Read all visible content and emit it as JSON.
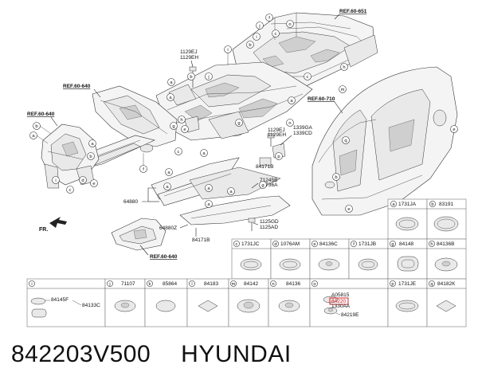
{
  "refs": {
    "r651": "REF.60-651",
    "r640a": "REF.60-640",
    "r640b": "REF.60-640",
    "r710": "REF.60-710",
    "r640c": "REF.60-640"
  },
  "labels": {
    "p1129a": "1129EJ",
    "p1129b": "1129EH",
    "p1129c": "1129EJ",
    "p1129d": "1129EH",
    "p1339a": "1339GA",
    "p1339b": "1339CD",
    "p84171a": "84171B",
    "p71245": "71245B",
    "p66736": "66736A",
    "p64880": "64880",
    "p64880z": "64880Z",
    "p84171b": "84171B",
    "p1125a": "1125GD",
    "p1125b": "1125AD",
    "fr": "FR."
  },
  "callouts": {
    "a": "a",
    "b": "b",
    "c": "c",
    "d": "d",
    "e": "e",
    "f": "f",
    "g": "g",
    "h": "h",
    "i": "i",
    "j": "j",
    "k": "k",
    "l": "l",
    "m": "m",
    "n": "n",
    "o": "o",
    "p": "p",
    "q": "q"
  },
  "table": {
    "row1": [
      {
        "letter": "a",
        "part": "1731JA"
      },
      {
        "letter": "b",
        "part": "83191"
      }
    ],
    "row2": [
      {
        "letter": "c",
        "part": "1731JC"
      },
      {
        "letter": "d",
        "part": "1076AM"
      },
      {
        "letter": "e",
        "part": "84136C"
      },
      {
        "letter": "f",
        "part": "1731JB"
      },
      {
        "letter": "g",
        "part": "84148"
      },
      {
        "letter": "h",
        "part": "84136B"
      }
    ],
    "row3": [
      {
        "letter": "i",
        "part": ""
      },
      {
        "letter": "j",
        "part": "71107"
      },
      {
        "letter": "k",
        "part": "85864"
      },
      {
        "letter": "l",
        "part": "84183"
      },
      {
        "letter": "m",
        "part": "84142"
      },
      {
        "letter": "n",
        "part": "84136"
      },
      {
        "letter": "o",
        "part": ""
      },
      {
        "letter": "p",
        "part": "1731JE"
      },
      {
        "letter": "q",
        "part": "84182K"
      }
    ],
    "cell_i": {
      "p1": "84145F",
      "p2": "84133C"
    },
    "cell_o": {
      "p1": "A05815",
      "p2": "84220",
      "p3": "1330AA",
      "p4": "84219E"
    }
  },
  "footer": {
    "part_number": "842203V500",
    "brand": "HYUNDAI"
  }
}
